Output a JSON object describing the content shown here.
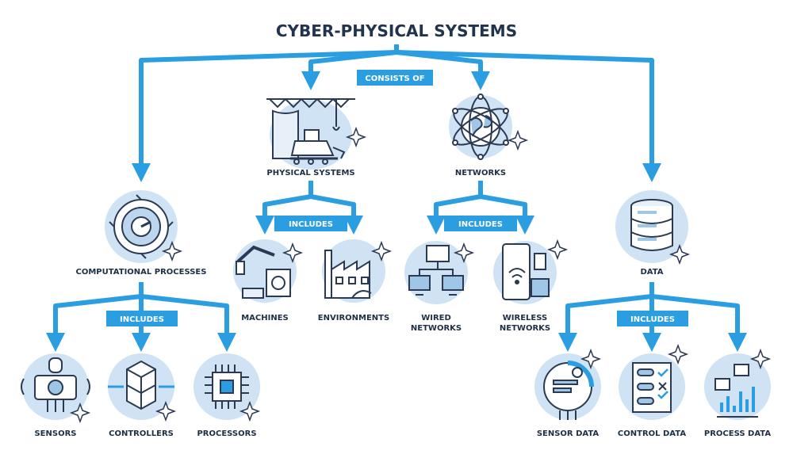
{
  "title": "CYBER-PHYSICAL SYSTEMS",
  "badges": {
    "consists": "CONSISTS OF",
    "inc_physical": "INCLUDES",
    "inc_networks": "INCLUDES",
    "inc_computational": "INCLUDES",
    "inc_data": "INCLUDES"
  },
  "nodes": {
    "physical_systems": "PHYSICAL SYSTEMS",
    "networks": "NETWORKS",
    "computational_processes": "COMPUTATIONAL PROCESSES",
    "data": "DATA",
    "machines": "MACHINES",
    "environments": "ENVIRONMENTS",
    "wired_1": "WIRED",
    "wired_2": "NETWORKS",
    "wireless_1": "WIRELESS",
    "wireless_2": "NETWORKS",
    "sensors": "SENSORS",
    "controllers": "CONTROLLERS",
    "processors": "PROCESSORS",
    "sensor_data": "SENSOR DATA",
    "control_data": "CONTROL DATA",
    "process_data": "PROCESS DATA"
  },
  "colors": {
    "arrow": "#2a9ee0",
    "badge": "#2a9ee0",
    "circle": "#cfe3f4",
    "outline": "#2b3a52"
  }
}
